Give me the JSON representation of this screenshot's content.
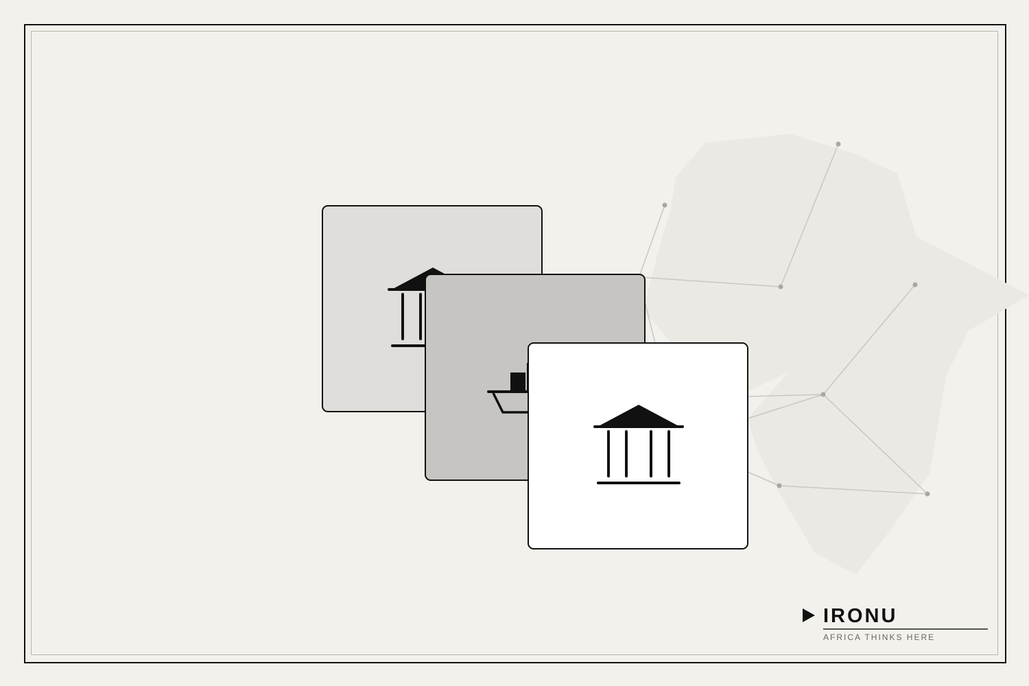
{
  "brand": {
    "name": "IRONU",
    "tagline": "AFRICA THINKS HERE"
  },
  "cards": [
    {
      "name": "back",
      "fill": "#dfdeda",
      "icon": "bank-icon"
    },
    {
      "name": "middle",
      "fill": "#c6c5c2",
      "icon": "ship-icon"
    },
    {
      "name": "front",
      "fill": "#ffffff",
      "icon": "bank-icon"
    }
  ],
  "colors": {
    "background": "#f3f1ec",
    "frame": "#111111",
    "map_shape": "#e8e6e1",
    "network_line": "#c8c6c2",
    "network_node": "#a8a6a2"
  }
}
